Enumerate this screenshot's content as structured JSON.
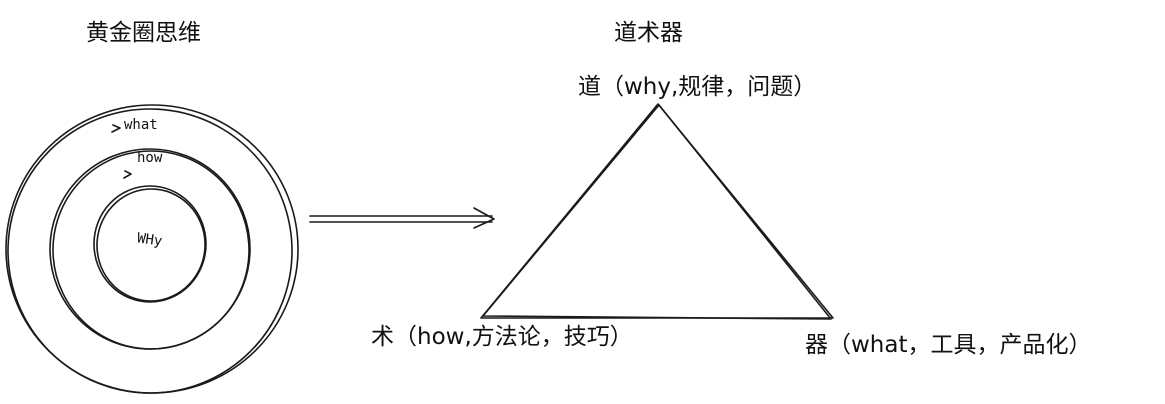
{
  "left": {
    "title": "黄金圈思维",
    "rings": {
      "outer": "what",
      "middle": "how",
      "inner": "WHy"
    }
  },
  "right": {
    "title": "道术器",
    "vertices": {
      "top": "道（why,规律，问题）",
      "bottom_left": "术（how,方法论，技巧）",
      "bottom_right": "器（what，工具，产品化）"
    }
  },
  "stroke_color": "#1a1a1a"
}
